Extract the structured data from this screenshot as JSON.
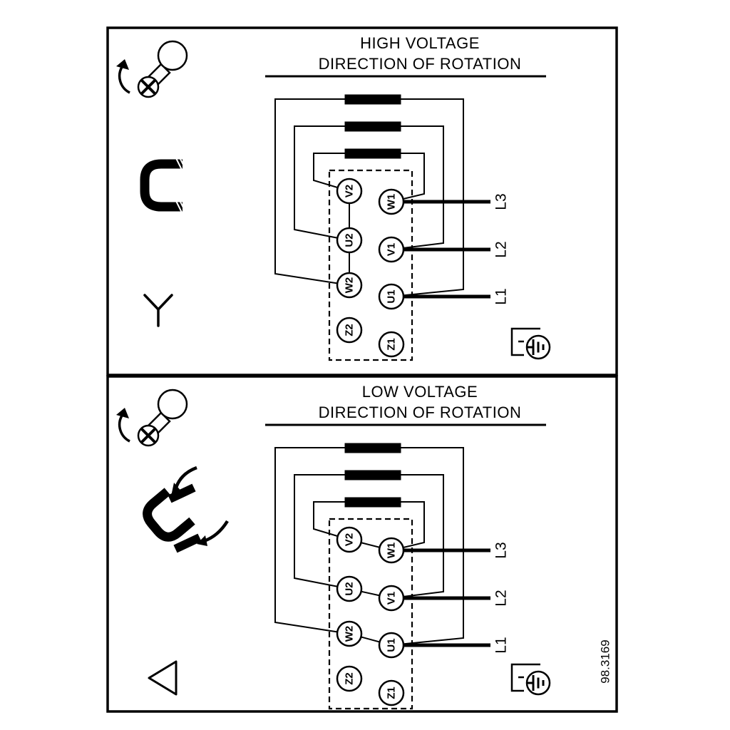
{
  "figure_number": "98.3169",
  "colors": {
    "ink": "#000000",
    "background": "#ffffff"
  },
  "panels": [
    {
      "title_line1": "HIGH VOLTAGE",
      "title_line2": "DIRECTION OF ROTATION",
      "connection": "star",
      "terminals_left": [
        "V2",
        "U2",
        "W2",
        "Z2"
      ],
      "terminals_right": [
        "W1",
        "V1",
        "U1",
        "Z1"
      ],
      "supply_lines": [
        "L3",
        "L2",
        "L1"
      ],
      "icons": [
        "screw-rotation-icon",
        "terminal-link-icon",
        "star-icon",
        "earth-terminal-icon"
      ]
    },
    {
      "title_line1": "LOW VOLTAGE",
      "title_line2": "DIRECTION OF ROTATION",
      "connection": "delta",
      "terminals_left": [
        "V2",
        "U2",
        "W2",
        "Z2"
      ],
      "terminals_right": [
        "W1",
        "V1",
        "U1",
        "Z1"
      ],
      "supply_lines": [
        "L3",
        "L2",
        "L1"
      ],
      "icons": [
        "screw-rotation-icon",
        "delta-links-icon",
        "delta-icon",
        "earth-terminal-icon"
      ]
    }
  ]
}
